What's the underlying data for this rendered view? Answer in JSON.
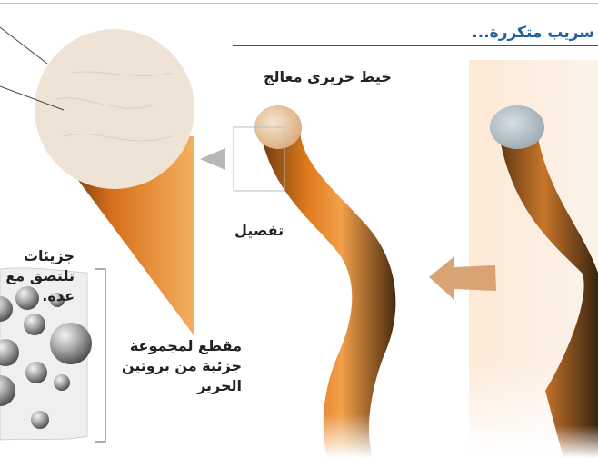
{
  "heading": "سريب متكررة...",
  "labels": {
    "treated_thread": "خيط حريري معالج",
    "detail": "تفصيل",
    "molecule_bundle": "جزيئات تلتصق مع عدة.",
    "cross_section": "مقطع لمجموعة جزئية من بروتين الحرير"
  },
  "colors": {
    "heading_blue": "#1f5fa0",
    "thread_orange": "#e07b1e",
    "thread_dark": "#4a2a0e",
    "thread_end": "#e8c9a6",
    "raw_end": "#b8c4cc",
    "arrow_tan": "#d49a66",
    "pointer_grey": "#b8b8b8",
    "panel_bg": "#fbeee2",
    "sphere_grey": "#8a8a8a"
  },
  "icons": [
    "left-pointer-arrow",
    "direction-arrow"
  ]
}
